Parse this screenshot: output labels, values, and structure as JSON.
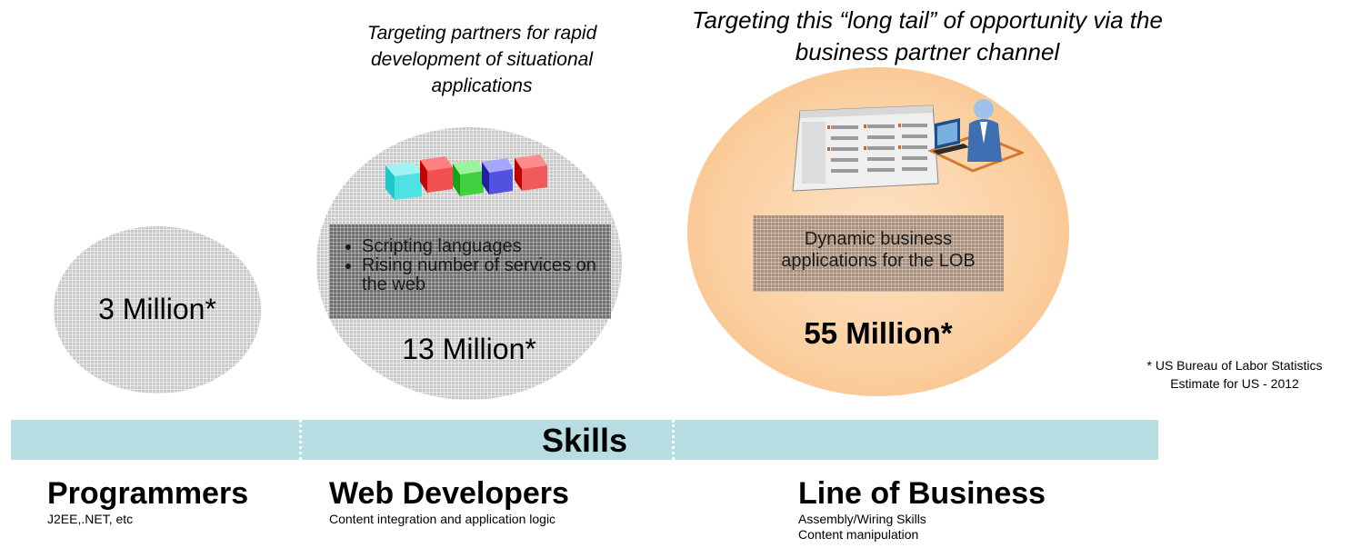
{
  "top_captions": {
    "middle": "Targeting partners for rapid development of situational applications",
    "right": "Targeting this “long tail” of opportunity via the business partner channel"
  },
  "bubbles": {
    "programmers_count": "3 Million*",
    "web_count": "13 Million*",
    "lob_count": "55 Million*",
    "web_bullets": [
      "Scripting languages",
      "Rising number of services on the web"
    ],
    "lob_box": "Dynamic business applications for the LOB"
  },
  "footnote": {
    "line1": "* US Bureau of Labor Statistics",
    "line2": "Estimate for US - 2012"
  },
  "skills_label": "Skills",
  "columns": [
    {
      "title": "Programmers",
      "lines": [
        "J2EE,.NET, etc"
      ]
    },
    {
      "title": "Web Developers",
      "lines": [
        "Content integration and application logic"
      ]
    },
    {
      "title": "Line of Business",
      "lines": [
        "Assembly/Wiring Skills",
        "Content manipulation"
      ]
    }
  ],
  "colors": {
    "gray_bubble": "#c9c9c9",
    "orange_bubble": "#f9c89a",
    "skills_bar": "#b7dde3"
  },
  "icons": [
    "colored-cubes-icon",
    "dashboard-screenshot-icon",
    "person-at-computer-icon"
  ]
}
